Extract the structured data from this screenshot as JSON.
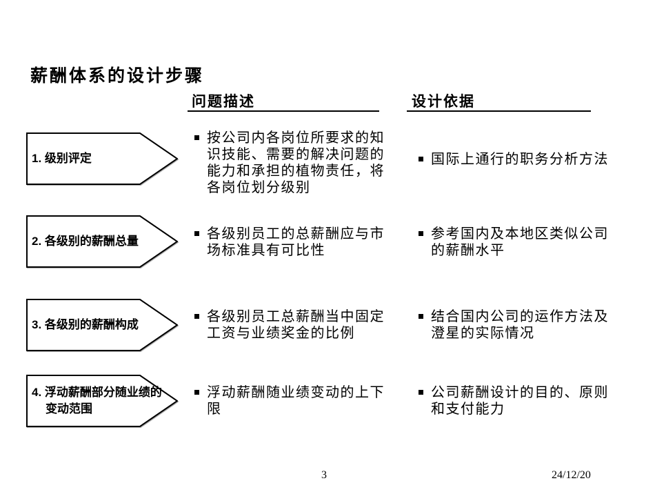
{
  "slide": {
    "title": "薪酬体系的设计步骤",
    "column_headers": {
      "problem": "问题描述",
      "basis": "设计依据"
    },
    "rows": [
      {
        "step": "1. 级别评定",
        "problem": "按公司内各岗位所要求的知识技能、需要的解决问题的能力和承担的植物责任，将各岗位划分级别",
        "basis": "国际上通行的职务分析方法"
      },
      {
        "step": "2. 各级别的薪酬总量",
        "problem": "各级别员工的总薪酬应与市场标准具有可比性",
        "basis": "参考国内及本地区类似公司的薪酬水平"
      },
      {
        "step": "3. 各级别的薪酬构成",
        "problem": "各级别员工总薪酬当中固定工资与业绩奖金的比例",
        "basis": "结合国内公司的运作方法及澄星的实际情况"
      },
      {
        "step": "4. 浮动薪酬部分随业绩的变动范围",
        "problem": "浮动薪酬随业绩变动的上下限",
        "basis": "公司薪酬设计的目的、原则和支付能力"
      }
    ],
    "footer": {
      "page_number": "3",
      "date": "24/12/20"
    }
  },
  "icons": {
    "bullet": "black-small-square",
    "step_shape": "right-arrow-pentagon"
  },
  "colors": {
    "background": "#ffffff",
    "text": "#000000",
    "shape_fill": "#ffffff",
    "shape_border": "#000000",
    "shape_shadow": "#aaaaaa"
  }
}
